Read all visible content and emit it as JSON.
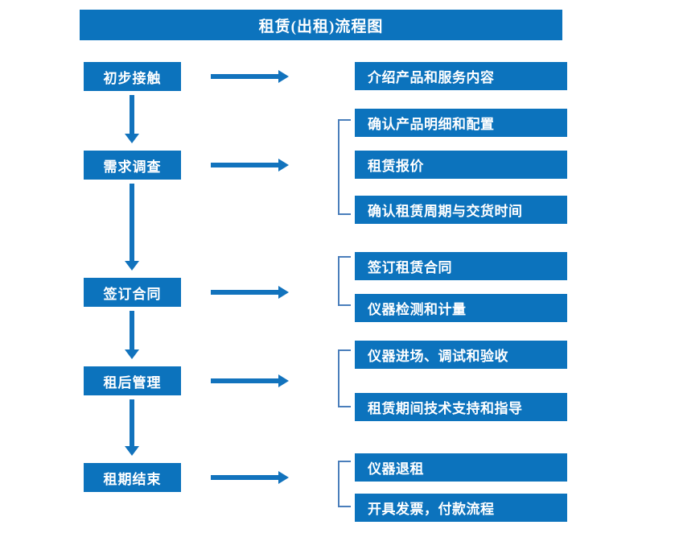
{
  "header": {
    "title": "租赁(出租)流程图"
  },
  "colors": {
    "box_blue": "#0c73bd",
    "arrow_blue": "#1273bd",
    "bracket_blue": "#4a7ebb",
    "text_white": "#ffffff",
    "background": "#ffffff"
  },
  "stages": [
    {
      "label": "初步接触",
      "details": [
        "介绍产品和服务内容"
      ]
    },
    {
      "label": "需求调查",
      "details": [
        "确认产品明细和配置",
        "租赁报价",
        "确认租赁周期与交货时间"
      ]
    },
    {
      "label": "签订合同",
      "details": [
        "签订租赁合同",
        "仪器检测和计量"
      ]
    },
    {
      "label": "租后管理",
      "details": [
        "仪器进场、调试和验收",
        "租赁期间技术支持和指导"
      ]
    },
    {
      "label": "租期结束",
      "details": [
        "仪器退租",
        "开具发票，付款流程"
      ]
    }
  ],
  "icons": {
    "flow_arrow_right": "right-arrow-icon",
    "flow_arrow_down": "down-arrow-icon",
    "group_bracket": "bracket-icon"
  }
}
